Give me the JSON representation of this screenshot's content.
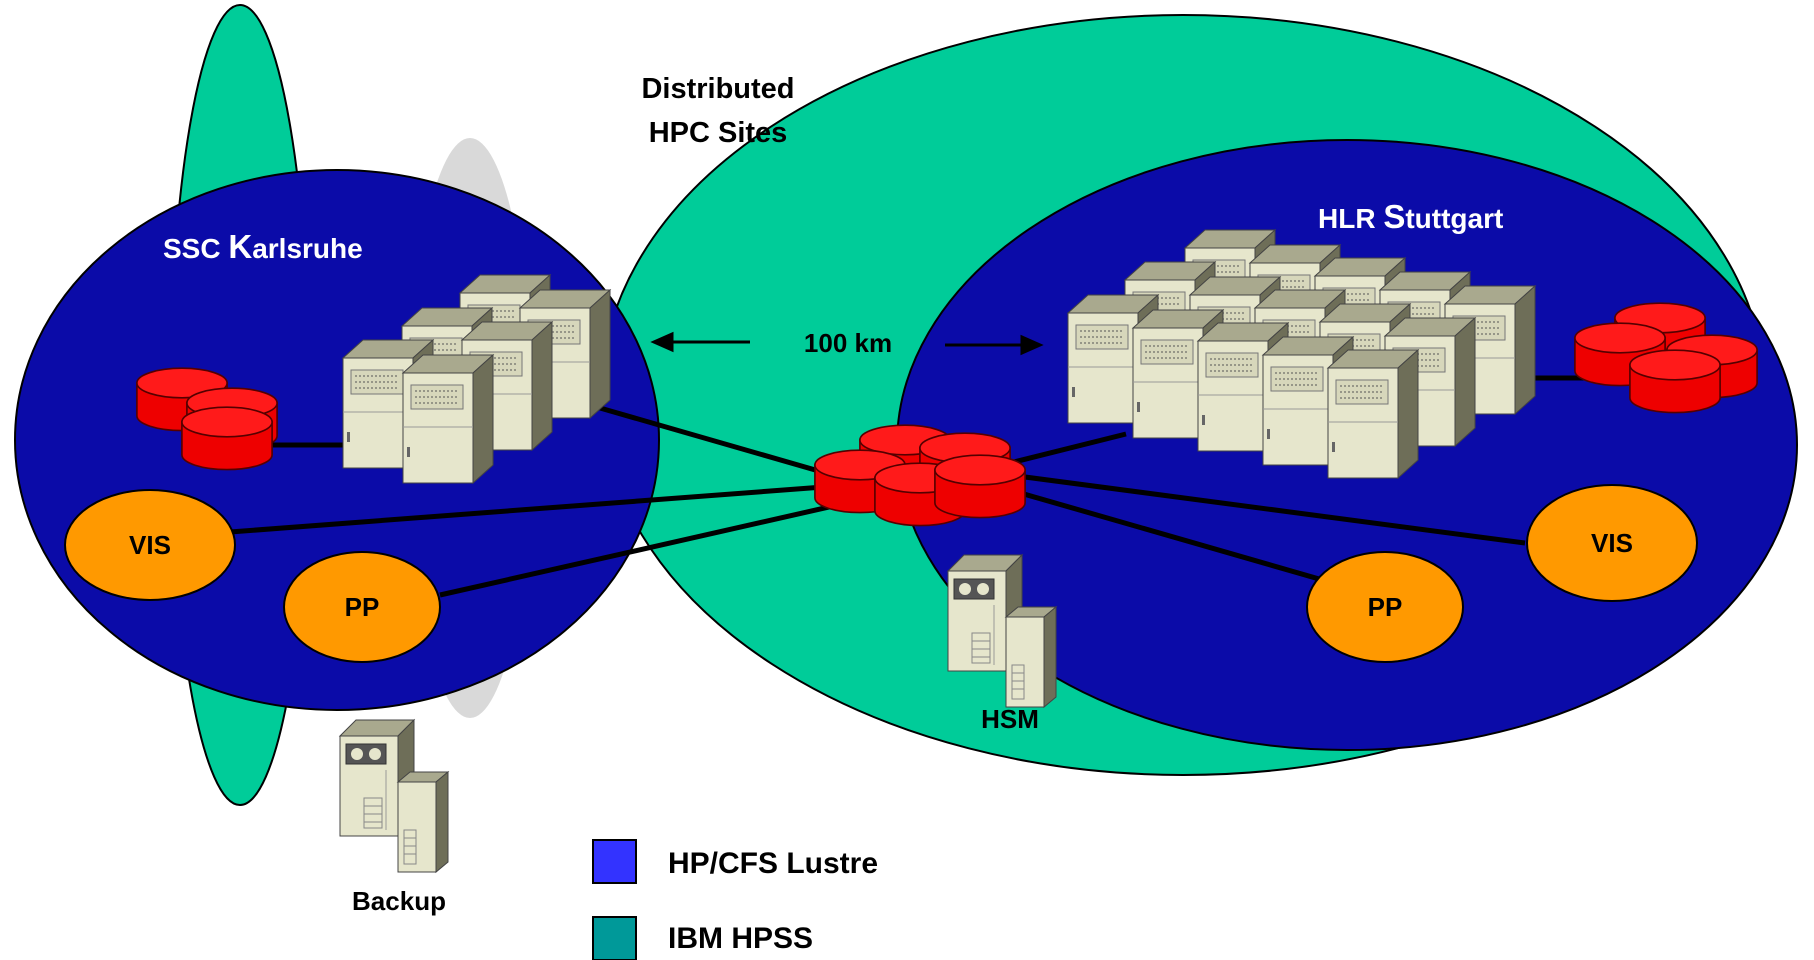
{
  "title_line1": "Distributed",
  "title_line2": "HPC Sites",
  "distance_label": "100 km",
  "karlsruhe": {
    "site_prefix": "SSC ",
    "site_initial": "K",
    "site_rest": "arlsruhe",
    "vis": "VIS",
    "pp": "PP",
    "backup": "Backup"
  },
  "stuttgart": {
    "site_prefix": "HLR ",
    "site_initial": "S",
    "site_rest": "tuttgart",
    "vis": "VIS",
    "pp": "PP",
    "hsm": "HSM"
  },
  "legend": [
    {
      "label": "HP/CFS Lustre",
      "color": "#3333ff"
    },
    {
      "label": "IBM HPSS",
      "color": "#009999"
    }
  ],
  "colors": {
    "lustre_region": "#0b0ba8",
    "hpss_region": "#00cc99",
    "storage": "#ff0000",
    "node": "#ff9900",
    "server": "#e4e4c6"
  }
}
